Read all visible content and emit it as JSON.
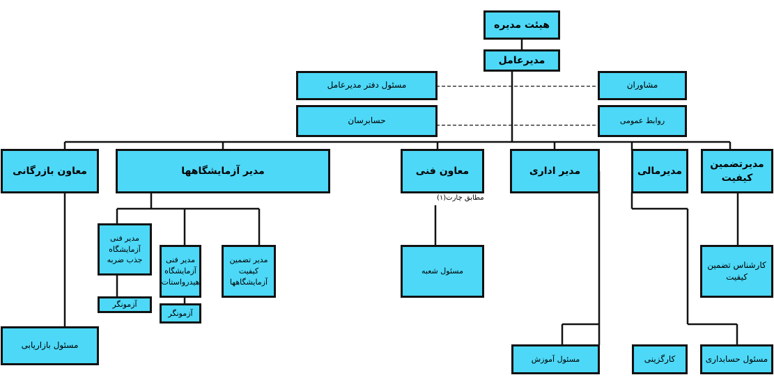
{
  "nodes": {
    "board": "هیئت مدیره",
    "ceo": "مدیرعامل",
    "ceo_office": "مسئول دفتر مدیرعامل",
    "advisors": "مشاوران",
    "auditors": "حسابرسان",
    "public_relations": "روابط عمومی",
    "commercial_deputy": "معاون بازرگانی",
    "labs_manager": "مدیر آزمایشگاهها",
    "technical_deputy": "معاون فنی",
    "admin_manager": "مدیر اداری",
    "finance_manager": "مدیرمالی",
    "qa_manager": "مدیرتضمین کیفیت",
    "lab_tech_absorption": "مدیر فنی آزمایشگاه جذب ضربه",
    "lab_tech_hydrostatic": "مدیر فنی آزمایشگاه هیدرواستات",
    "lab_qa": "مدیر تضمین کیفیت آزمایشگاهها",
    "tester_1": "آزمونگر",
    "tester_2": "آزمونگر",
    "branch_manager": "مسئول شعبه",
    "qa_expert": "کارشناس تضمین کیفیت",
    "marketing": "مسئول بازاریابی",
    "training": "مسئول آموزش",
    "recruitment": "کارگزینی",
    "accounting": "مسئول حسابداری"
  },
  "notes": {
    "per_chart": "مطابق چارت(۱)"
  },
  "colors": {
    "box_fill": "#4dd8f7",
    "line": "#111111"
  }
}
